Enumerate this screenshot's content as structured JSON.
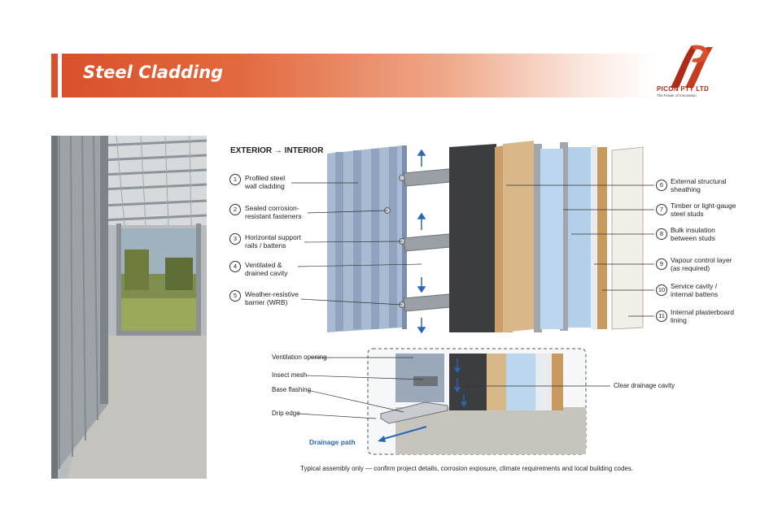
{
  "slide": {
    "title": "Steel Cladding",
    "accent_color": "#d9512c"
  },
  "logo": {
    "company": "PICON PTY LTD",
    "tagline": "The Power of Innovation"
  },
  "diagram": {
    "direction_heading": "EXTERIOR → INTERIOR",
    "left_labels": [
      {
        "num": "1",
        "text": "Profiled steel\nwall cladding"
      },
      {
        "num": "2",
        "text": "Sealed corrosion-\nresistant fasteners"
      },
      {
        "num": "3",
        "text": "Horizontal support\nrails / battens"
      },
      {
        "num": "4",
        "text": "Ventilated &\ndrained cavity"
      },
      {
        "num": "5",
        "text": "Weather-resistive\nbarrier (WRB)"
      }
    ],
    "right_labels": [
      {
        "num": "6",
        "text": "External structural\nsheathing"
      },
      {
        "num": "7",
        "text": "Timber or light-gauge\nsteel studs"
      },
      {
        "num": "8",
        "text": "Bulk insulation\nbetween studs"
      },
      {
        "num": "9",
        "text": "Vapour control layer\n(as required)"
      },
      {
        "num": "10",
        "text": "Service cavity /\ninternal battens"
      },
      {
        "num": "11",
        "text": "Internal plasterboard\nlining"
      }
    ],
    "detail_labels": {
      "ventilation": "Ventilation opening",
      "mesh": "Insect mesh",
      "flashing": "Base flashing",
      "drip": "Drip edge",
      "cavity": "Clear drainage cavity",
      "drainage_path": "Drainage path"
    },
    "footnote": "Typical assembly only — confirm project details, corrosion exposure, climate requirements and local building codes."
  }
}
